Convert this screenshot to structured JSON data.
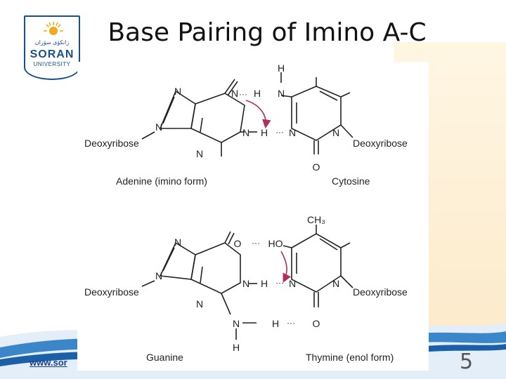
{
  "slide": {
    "title": "Base Pairing of Imino A-C",
    "footer_url": "www.sor",
    "slide_number": "5"
  },
  "logo": {
    "arabic_text": "زانكۆی سۆران",
    "name": "SORAN",
    "sub": "UNIVERSITY",
    "icon": "sun-icon",
    "brand_color": "#1b4f8a"
  },
  "diagram": {
    "top_pair": {
      "left_sugar": "Deoxyribose",
      "right_sugar": "Deoxyribose",
      "left_base": "Adenine (imino form)",
      "right_base": "Cytosine",
      "atoms": {
        "h_top": "H",
        "n_left": "N",
        "h_mid": "H",
        "n_right": "N",
        "h_bottom": "H",
        "n_bottom": "N",
        "o_bottom": "O",
        "n_ring1": "N",
        "n_ring2": "N",
        "n_ring3": "N",
        "n_ring4": "N",
        "n_ring5": "N"
      },
      "hbond": "···"
    },
    "bottom_pair": {
      "left_sugar": "Deoxyribose",
      "right_sugar": "Deoxyribose",
      "left_base": "Guanine",
      "right_base": "Thymine (enol form)",
      "methyl": "CH₃",
      "atoms": {
        "o_left": "O",
        "ho": "HO",
        "n_mid": "N",
        "h_mid": "H",
        "n_right": "N",
        "n_lower": "N",
        "h_lower": "H",
        "o_lower": "O",
        "h_nh2": "H",
        "n_ring1": "N",
        "n_ring2": "N",
        "n_ring3": "N",
        "n_ring4": "N"
      },
      "hbond": "···"
    },
    "arrow_color": "#b0305a"
  }
}
